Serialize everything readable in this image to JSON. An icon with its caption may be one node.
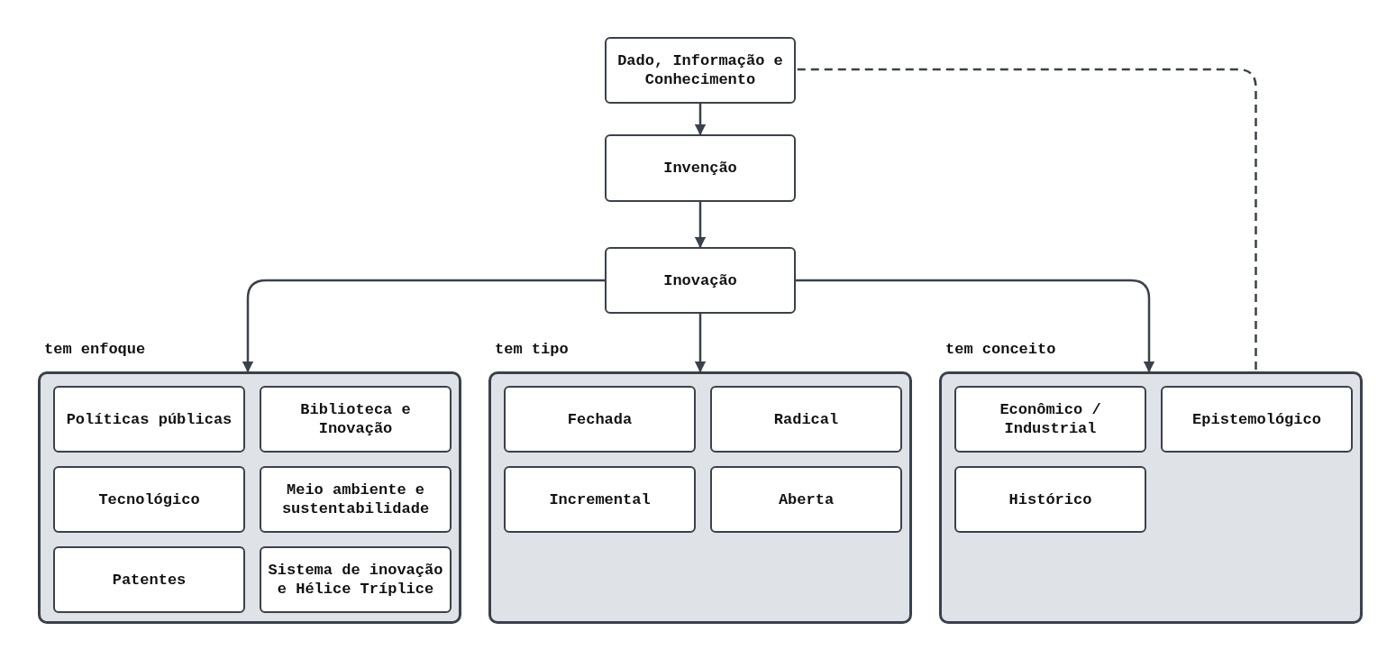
{
  "diagram": {
    "nodes": [
      {
        "text": [
          "Dado, Informação e Conhecimento"
        ]
      },
      {
        "text": [
          "Invenção"
        ]
      },
      {
        "text": [
          "Inovação"
        ]
      },
      {
        "text": [
          "tem enfoque"
        ]
      },
      {
        "text": [
          "Políticas públicas"
        ],
        "in": 3
      },
      {
        "text": [
          "Biblioteca e Inovação"
        ],
        "in": 3
      },
      {
        "text": [
          "Tecnológico"
        ],
        "in": 3
      },
      {
        "text": [
          "Meio ambiente e sustentabilidade"
        ],
        "in": 3
      },
      {
        "text": [
          "Patentes"
        ],
        "in": 3
      },
      {
        "text": [
          "Sistema de inovação e Hélice Tríplice"
        ],
        "in": 3
      },
      {
        "text": [
          "tem tipo"
        ]
      },
      {
        "text": [
          "Fechada"
        ],
        "in": 10
      },
      {
        "text": [
          "Radical"
        ],
        "in": 10
      },
      {
        "text": [
          "Incremental"
        ],
        "in": 10
      },
      {
        "text": [
          "Aberta"
        ],
        "in": 10
      },
      {
        "text": [
          "tem conceito"
        ]
      },
      {
        "text": [
          "Econômico / Industrial"
        ],
        "in": 15
      },
      {
        "text": [
          "Epistemológico"
        ],
        "in": 15
      },
      {
        "text": [
          "Histórico"
        ],
        "in": 15
      }
    ],
    "edges": [
      {
        "from": 0,
        "to": 1,
        "arrow": "to"
      },
      {
        "from": 1,
        "to": 2,
        "arrow": "to"
      },
      {
        "from": 2,
        "to": 3,
        "arrow": "to"
      },
      {
        "from": 2,
        "to": 10,
        "arrow": "to"
      },
      {
        "from": 2,
        "to": 15,
        "arrow": "to"
      },
      {
        "from": 17,
        "to": 0,
        "arrow": "none",
        "style": "dashed"
      }
    ]
  }
}
